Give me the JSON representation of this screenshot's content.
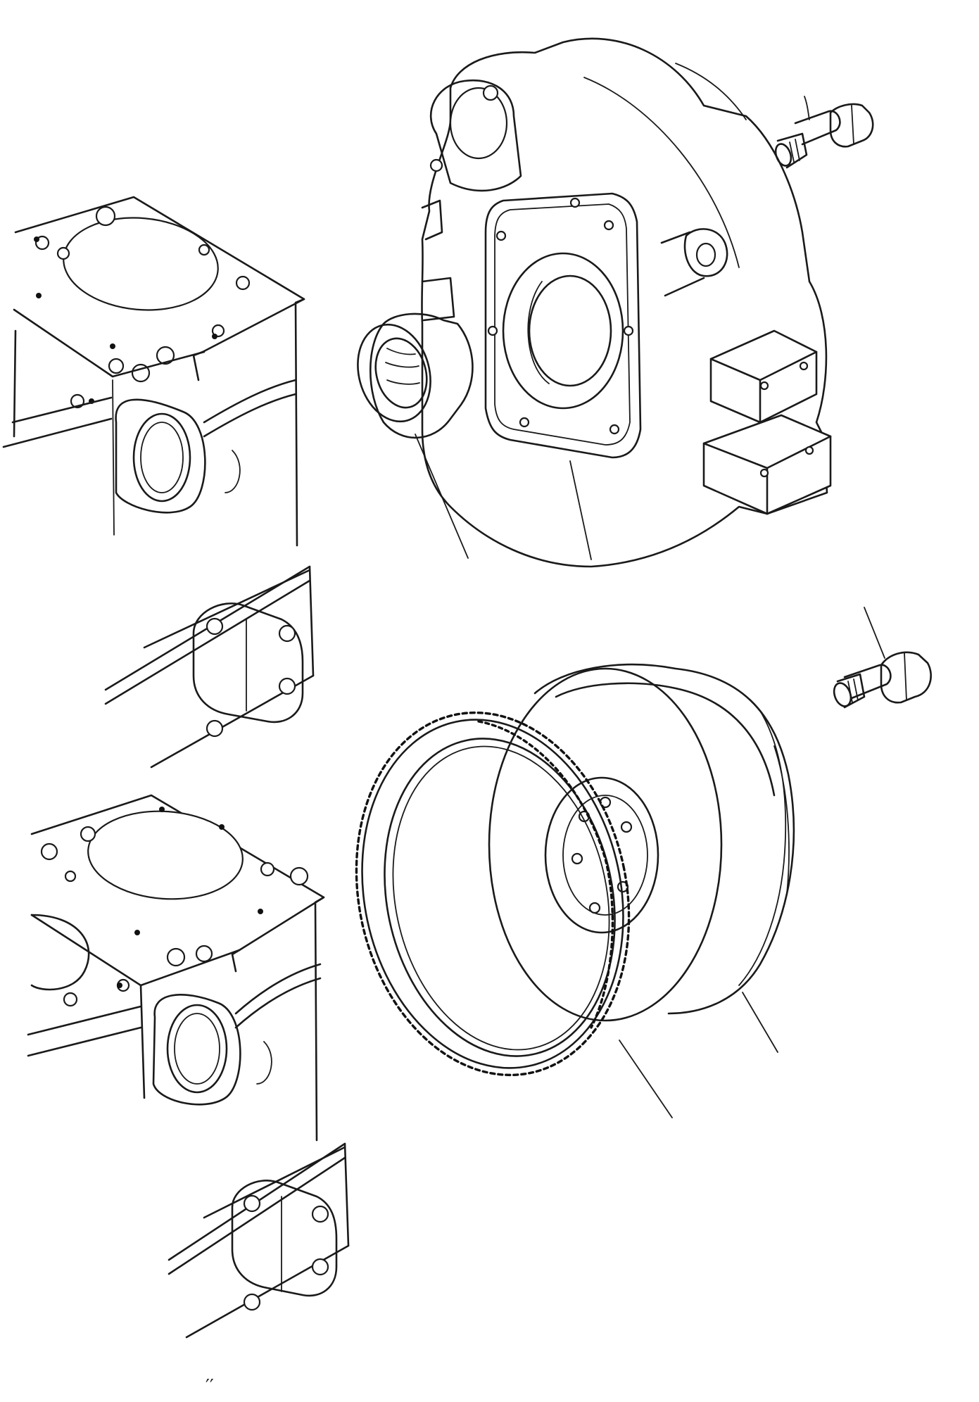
{
  "colors": {
    "background": "#ffffff",
    "line": "#1a1a1a"
  },
  "diagram": {
    "parts": [
      {
        "name": "engine-block-upper"
      },
      {
        "name": "engine-block-lower"
      },
      {
        "name": "flywheel-housing"
      },
      {
        "name": "oil-seal"
      },
      {
        "name": "housing-bolt"
      },
      {
        "name": "flywheel"
      },
      {
        "name": "ring-gear"
      },
      {
        "name": "flywheel-bolt"
      }
    ],
    "footer_mark": "′′"
  }
}
